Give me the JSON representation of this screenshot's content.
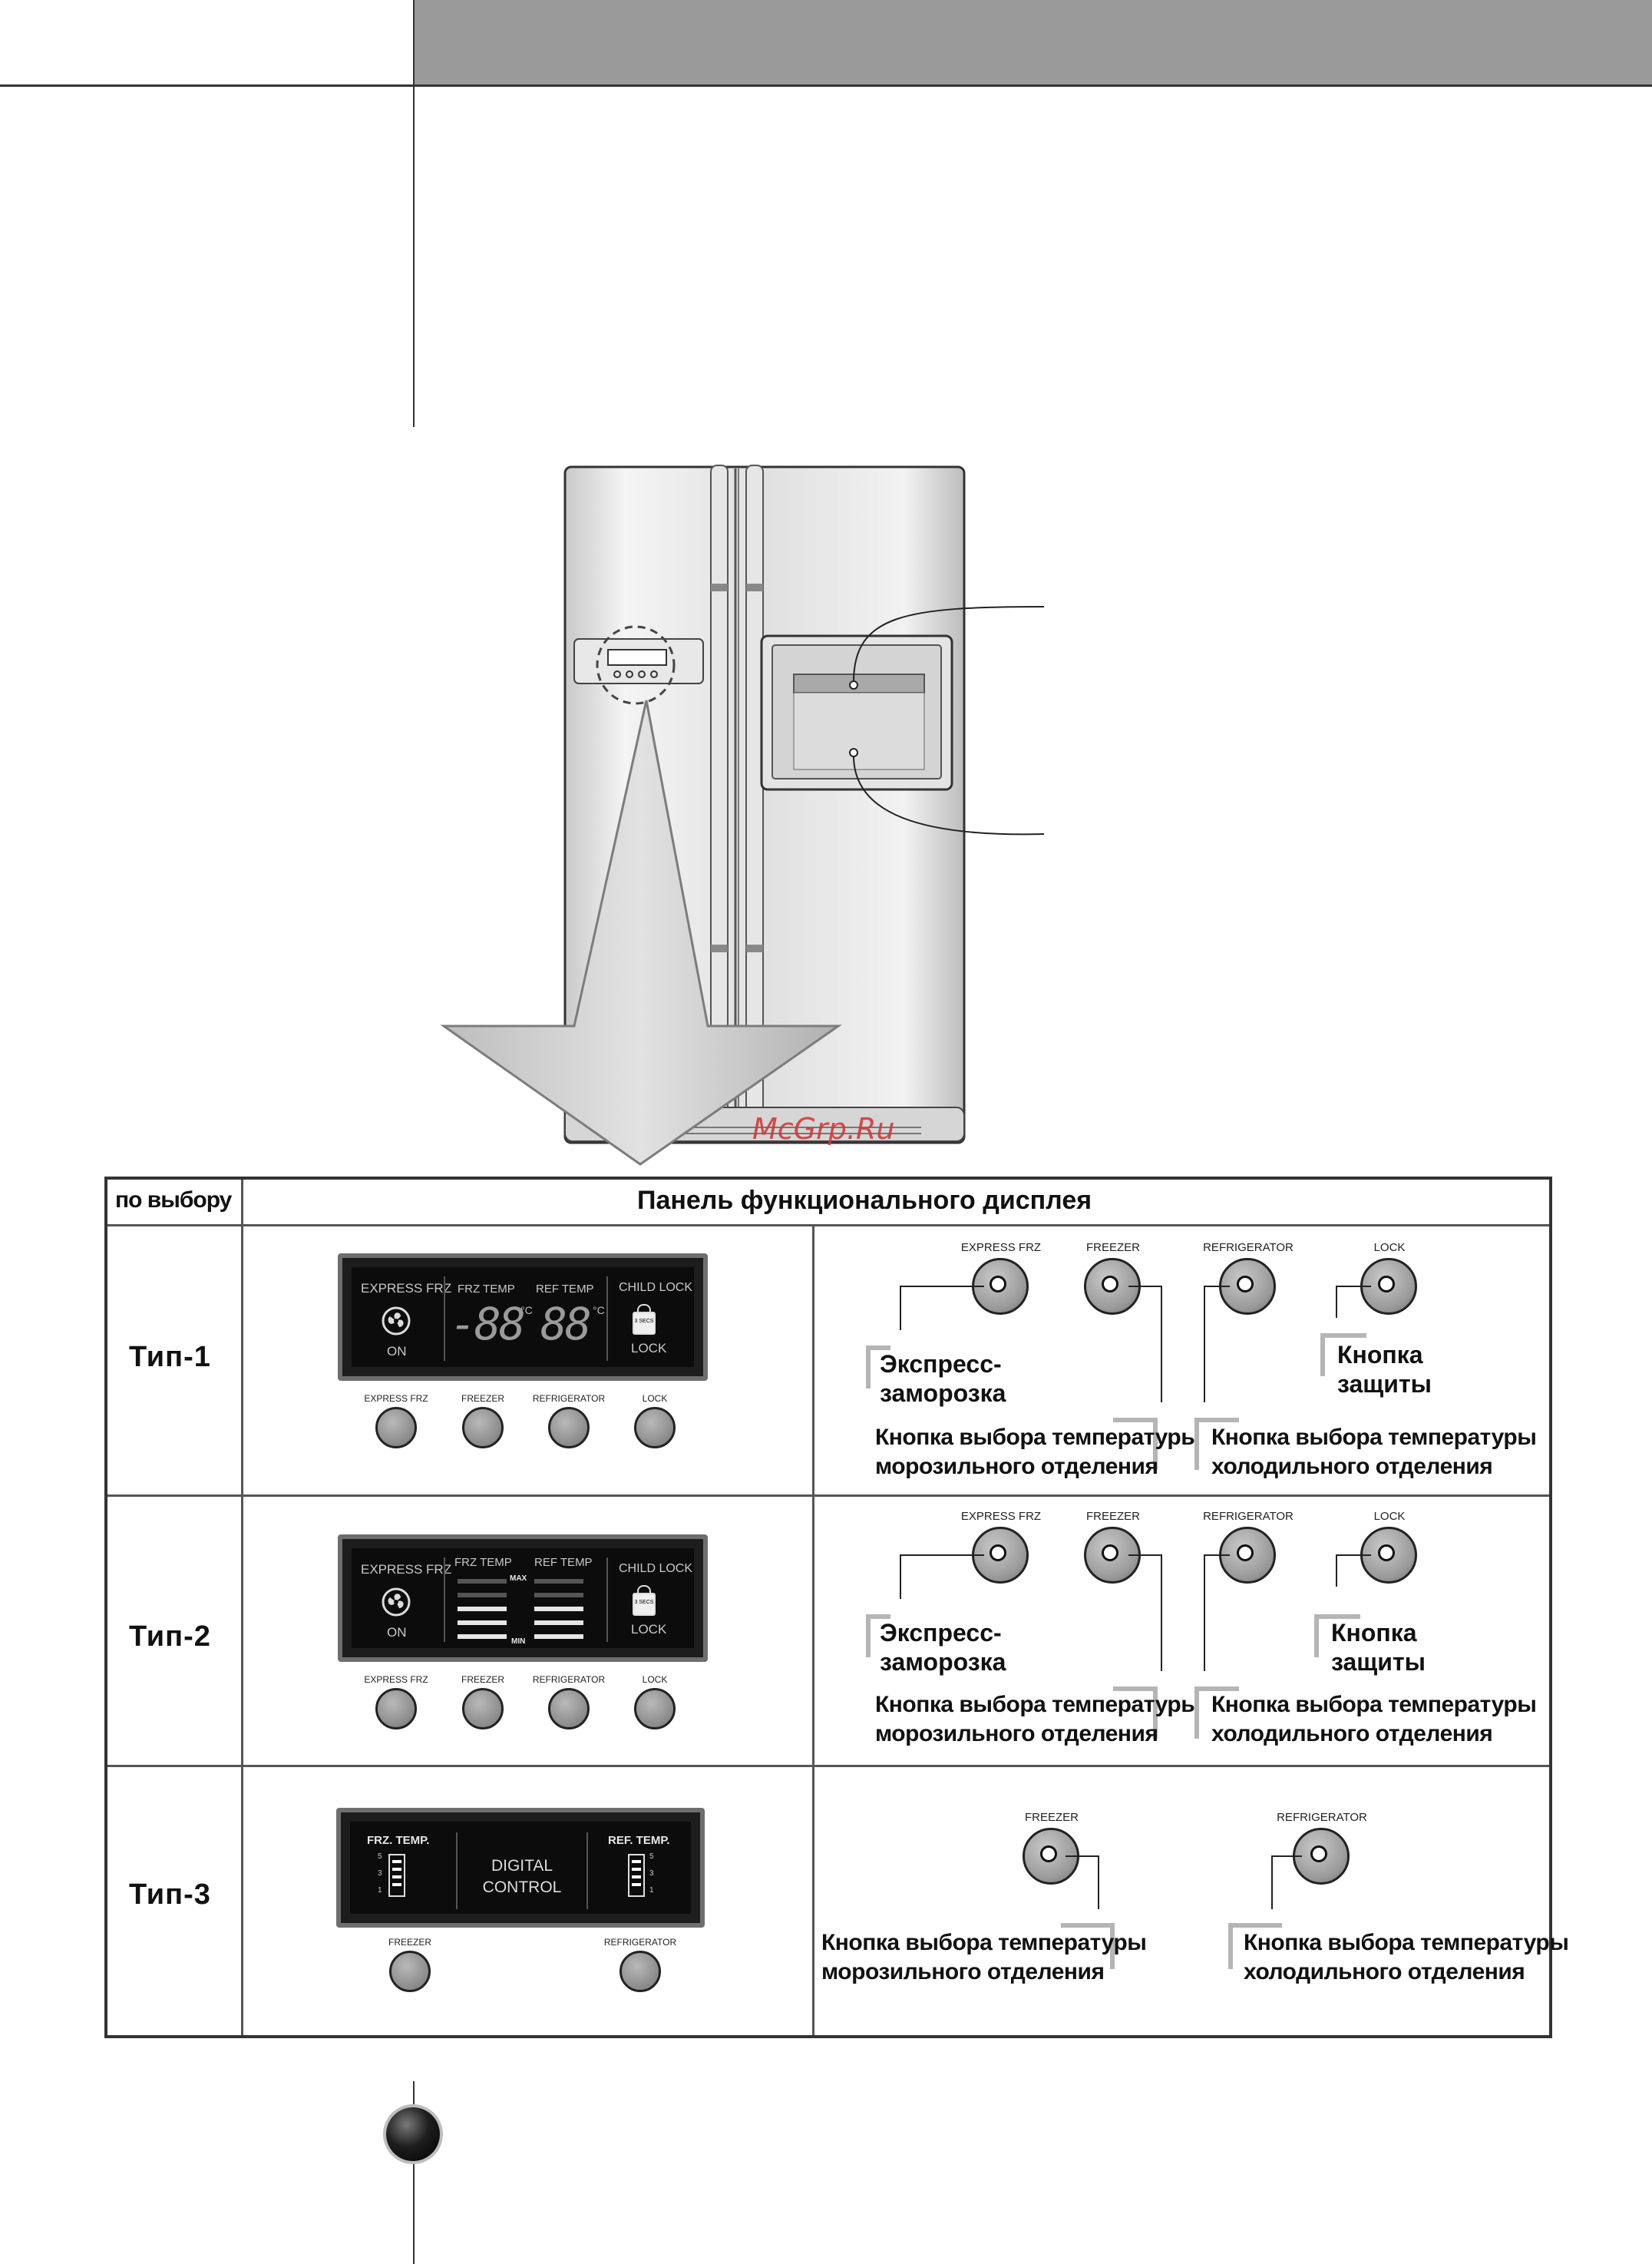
{
  "watermark": "McGrp.Ru",
  "table": {
    "header_left": "по выбору",
    "header_main": "Панель функционального  дисплея",
    "rows": [
      {
        "type_label": "Тип-1",
        "panel": {
          "express_frz": "EXPRESS FRZ",
          "frz_temp": "FRZ TEMP",
          "ref_temp": "REF TEMP",
          "child_lock": "CHILD LOCK",
          "on": "ON",
          "lock": "LOCK",
          "secs": "3 SECS",
          "frz_digits": "-88",
          "ref_digits": "88",
          "unit": "°C"
        },
        "buttons": [
          "EXPRESS FRZ",
          "FREEZER",
          "REFRIGERATOR",
          "LOCK"
        ],
        "callouts": {
          "express_1": "Экспресс-",
          "express_2": "заморозка",
          "lock_1": "Кнопка",
          "lock_2": "защиты",
          "frz_1": "Кнопка выбора температуры",
          "frz_2": "морозильного отделения",
          "ref_1": "Кнопка выбора температуры",
          "ref_2": "холодильного отделения"
        }
      },
      {
        "type_label": "Тип-2",
        "panel": {
          "express_frz": "EXPRESS FRZ",
          "frz_temp": "FRZ TEMP",
          "ref_temp": "REF TEMP",
          "child_lock": "CHILD LOCK",
          "on": "ON",
          "lock": "LOCK",
          "secs": "3 SECS",
          "max": "MAX",
          "min": "MIN"
        },
        "buttons": [
          "EXPRESS FRZ",
          "FREEZER",
          "REFRIGERATOR",
          "LOCK"
        ],
        "callouts": {
          "express_1": "Экспресс-",
          "express_2": "заморозка",
          "lock_1": "Кнопка",
          "lock_2": "защиты",
          "frz_1": "Кнопка выбора температуры",
          "frz_2": "морозильного отделения",
          "ref_1": "Кнопка выбора температуры",
          "ref_2": "холодильного отделения"
        }
      },
      {
        "type_label": "Тип-3",
        "panel": {
          "frz_temp": "FRZ. TEMP.",
          "ref_temp": "REF. TEMP.",
          "center_1": "DIGITAL",
          "center_2": "CONTROL",
          "scale": [
            "5",
            "3",
            "1"
          ]
        },
        "buttons": [
          "FREEZER",
          "REFRIGERATOR"
        ],
        "callouts": {
          "frz_1": "Кнопка выбора температуры",
          "frz_2": "морозильного отделения",
          "ref_1": "Кнопка выбора температуры",
          "ref_2": "холодильного отделения"
        }
      }
    ]
  }
}
